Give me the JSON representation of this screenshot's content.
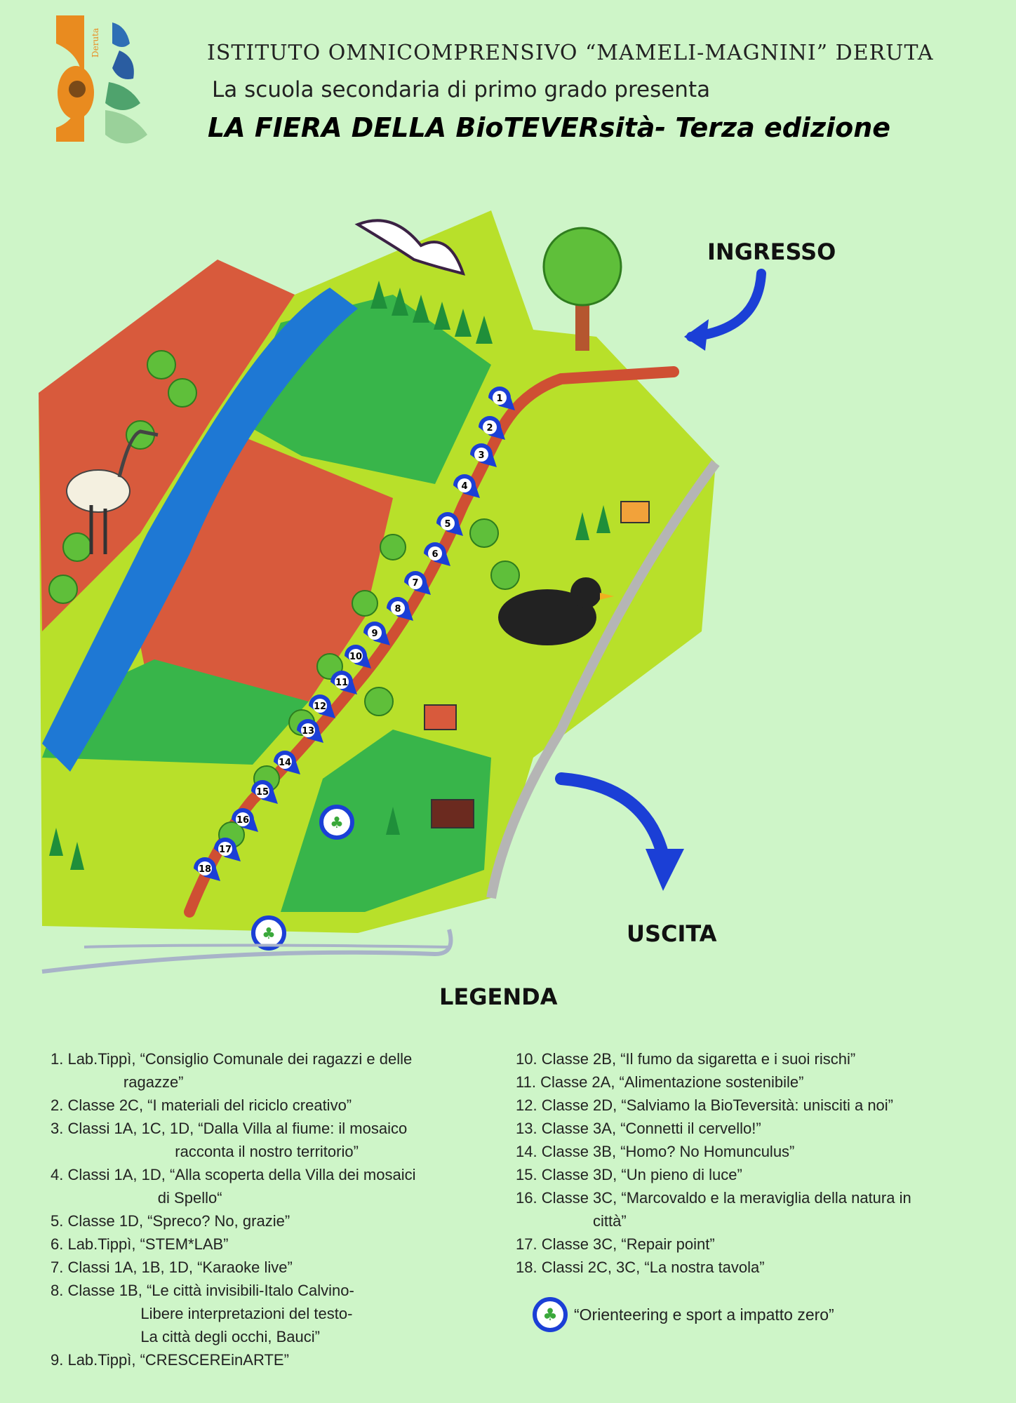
{
  "header": {
    "institute": "ISTITUTO OMNICOMPRENSIVO “MAMELI-MAGNINI” DERUTA",
    "subtitle": "La scuola secondaria di primo grado presenta",
    "event": "LA FIERA DELLA BioTEVERsità- Terza edizione"
  },
  "map": {
    "entrance_label": "INGRESSO",
    "exit_label": "USCITA",
    "stops": [
      "1",
      "2",
      "3",
      "4",
      "5",
      "6",
      "7",
      "8",
      "9",
      "10",
      "11",
      "12",
      "13",
      "14",
      "15",
      "16",
      "17",
      "18"
    ],
    "arrow_color": "#1b3fd6",
    "river_color": "#1e78d4",
    "field_red": "#d85a3c",
    "field_green": "#38b54a",
    "field_lime": "#b8e02a"
  },
  "legend": {
    "title": "LEGENDA",
    "left": [
      "1. Lab.Tippì, “Consiglio Comunale dei ragazzi e delle\n                 ragazze”",
      "2. Classe 2C, “I materiali del riciclo creativo”",
      "3. Classi 1A, 1C, 1D, “Dalla Villa al fiume: il mosaico\n                             racconta il nostro territorio”",
      "4. Classi 1A, 1D, “Alla scoperta della Villa dei mosaici\n                         di Spello“",
      "5. Classe 1D, “Spreco? No, grazie”",
      "6. Lab.Tippì, “STEM*LAB”",
      "7. Classi 1A, 1B, 1D, “Karaoke live”",
      "8. Classe 1B, “Le città invisibili-Italo Calvino-\n                     Libere interpretazioni del testo-\n                     La città degli occhi, Bauci”",
      "9. Lab.Tippì, “CRESCEREinARTE”"
    ],
    "right": [
      "10. Classe 2B, “Il fumo da sigaretta e i suoi rischi”",
      "11. Classe 2A, “Alimentazione sostenibile”",
      "12. Classe 2D, “Salviamo la BioTeversità: unisciti a noi”",
      "13. Classe 3A, “Connetti il cervello!”",
      "14. Classe 3B, “Homo? No Homunculus”",
      "15. Classe 3D, “Un pieno di luce”",
      "16. Classe 3C, “Marcovaldo e la meraviglia della natura in\n                  città”",
      "17. Classe 3C, “Repair point”",
      "18. Classi 2C, 3C, “La nostra tavola”"
    ],
    "orienteering": "“Orienteering e sport a impatto zero”"
  }
}
